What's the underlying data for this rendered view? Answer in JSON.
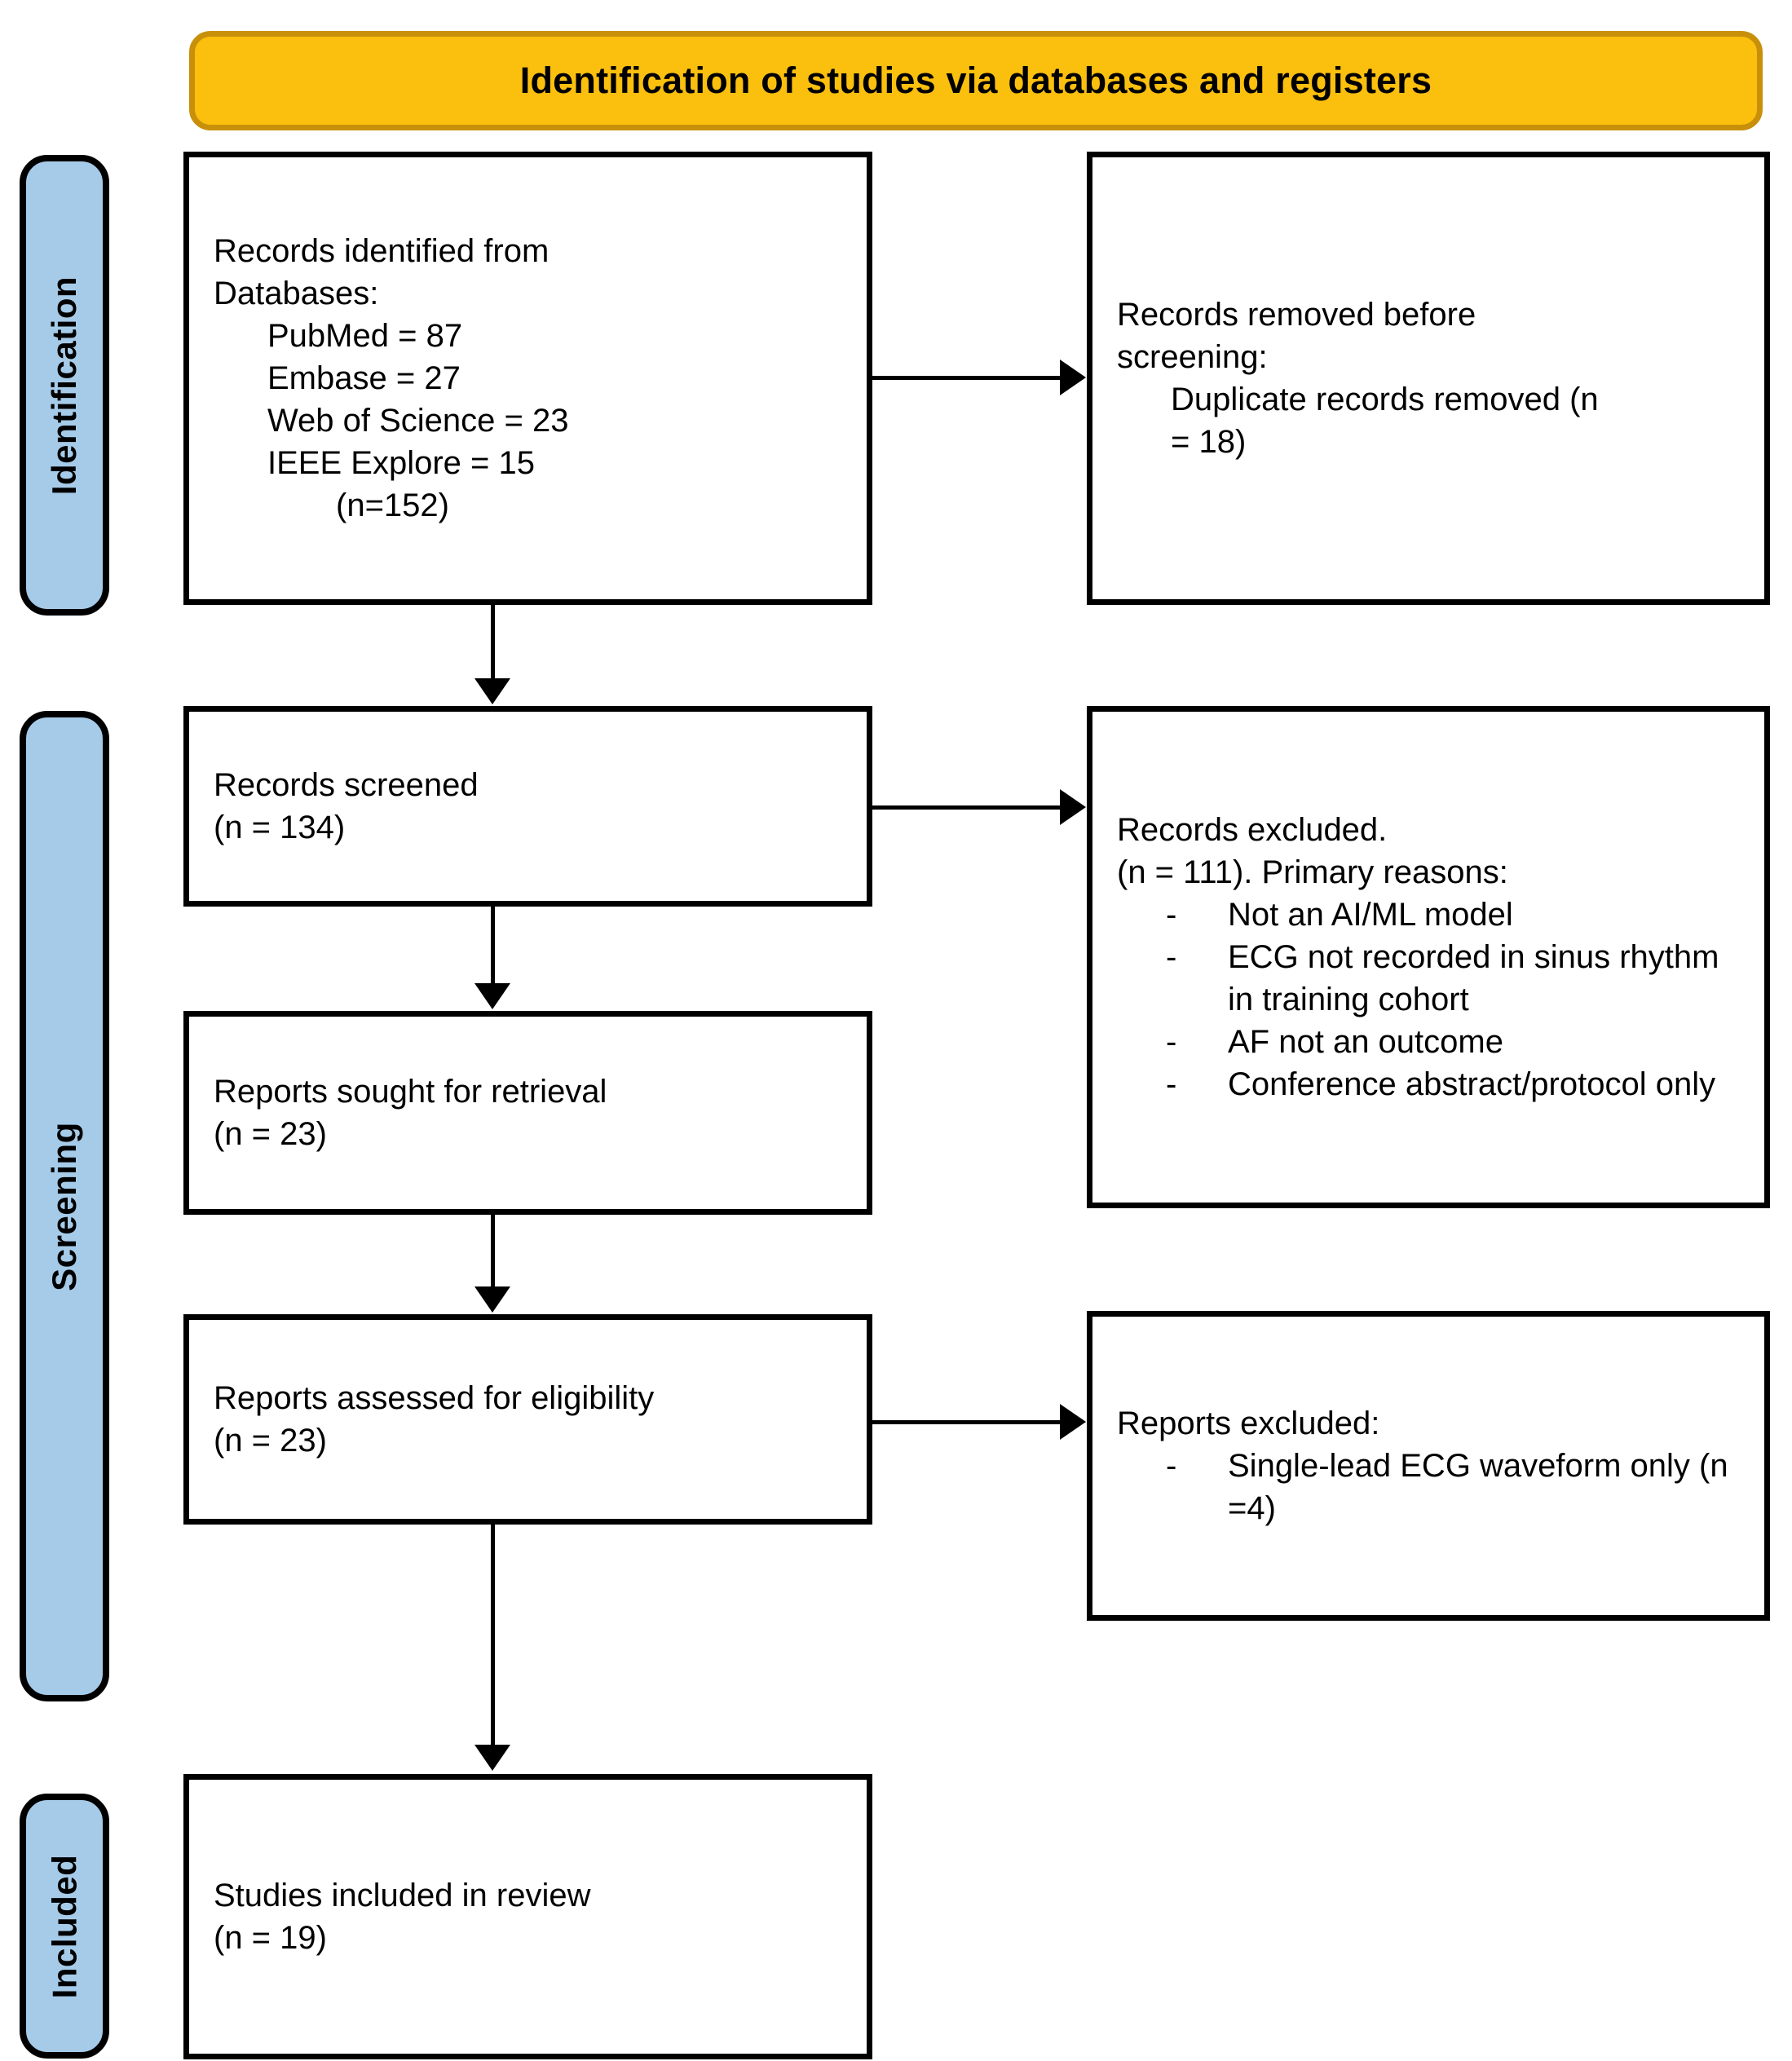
{
  "header": {
    "title": "Identification of studies via databases and registers",
    "fill_color": "#FBBF0D",
    "border_color": "#C8900A"
  },
  "stages": {
    "fill_color": "#A6CBE9",
    "identification": "Identification",
    "screening": "Screening",
    "included": "Included"
  },
  "boxes": {
    "identified": {
      "title": "Records identified from",
      "subtitle": "Databases:",
      "sources": [
        "PubMed = 87",
        "Embase = 27",
        "Web of Science = 23",
        "IEEE Explore = 15"
      ],
      "total": "(n=152)"
    },
    "removed": {
      "line1_plain": "Records removed ",
      "line1_italic": "before",
      "line2_italic": "screening",
      "line2_plain": ":",
      "detail1": "Duplicate records removed (n",
      "detail2": "= 18)"
    },
    "screened": {
      "title": "Records screened",
      "count": "(n = 134)"
    },
    "excluded": {
      "title": "Records excluded.",
      "subtitle": "(n = 111). Primary reasons:",
      "reasons": [
        "Not an AI/ML model",
        "ECG not recorded in sinus rhythm in training cohort",
        "AF not an outcome",
        "Conference abstract/protocol only"
      ],
      "dash": "-"
    },
    "sought": {
      "title": "Reports sought for retrieval",
      "count": "(n = 23)"
    },
    "assessed": {
      "title": "Reports assessed for eligibility",
      "count": "(n = 23)"
    },
    "reports_excluded": {
      "title": "Reports excluded:",
      "dash": "-",
      "reason": "Single-lead ECG waveform only (n =4)"
    },
    "included": {
      "title": "Studies included in review",
      "count": "(n = 19)"
    }
  }
}
